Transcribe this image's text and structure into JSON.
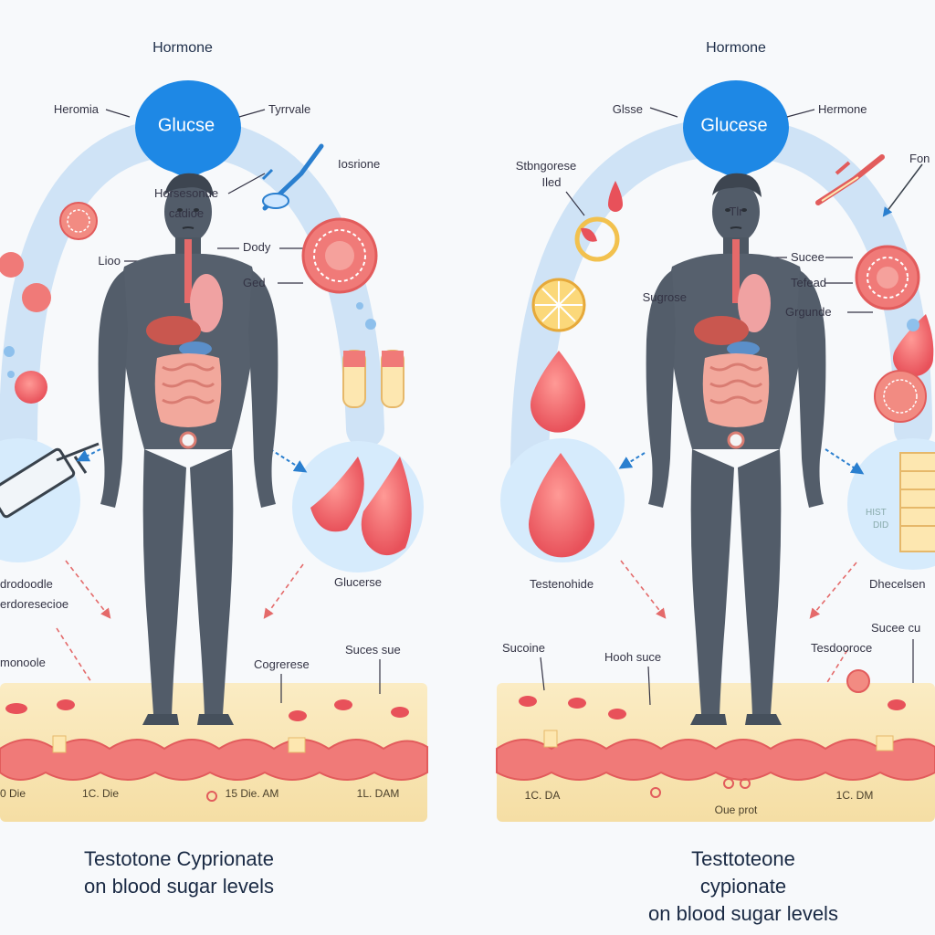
{
  "colors": {
    "background": "#f7f9fb",
    "arc": "#cfe3f6",
    "glucose_bubble": "#1e88e5",
    "body": "#4f5966",
    "tissue": "#f6e4b4",
    "cell_red": "#ef6a6f",
    "arrow_red": "#e46a6a",
    "arrow_blue": "#2a7fcf"
  },
  "left_panel": {
    "title": "Hormone",
    "bubble_text": "Glucse",
    "labels": {
      "top_left": "Heromia",
      "top_right": "Tyrrvale",
      "right_upper": "Iosrione",
      "mid_left_1": "Horsesonue",
      "mid_left_2": "cadioe",
      "left_side": "Lioo",
      "body_right_1": "Dody",
      "body_right_2": "Ged",
      "right_circle": "Glucerse",
      "lower_left_1": "drodoodle",
      "lower_left_2": "erdoresecioe",
      "tissue_left": "monoole",
      "tissue_mid": "Cogrerese",
      "tissue_right": "Suces sue"
    },
    "axis": [
      "0 Die",
      "1C. Die",
      "15 Die. AM",
      "1L. DAM"
    ]
  },
  "right_panel": {
    "title": "Hormone",
    "bubble_text": "Glucese",
    "labels": {
      "top_left": "Glsse",
      "top_right": "Hermone",
      "far_right": "Fon",
      "upper_left_1": "Stbngorese",
      "upper_left_2": "Iled",
      "top_mid": "Tlr",
      "body_right_1": "Sucee",
      "body_right_2": "Tefead",
      "body_right_3": "Grgunde",
      "body_left": "Sugrose",
      "lower_left": "Testenohide",
      "lower_right": "Dhecelsen",
      "cut_text_1": "HIST",
      "cut_text_2": "DID",
      "tissue_left": "Sucoine",
      "tissue_mid": "Hooh suce",
      "tissue_right": "Tesdooroce",
      "tissue_far_right": "Sucee cu"
    },
    "axis": [
      "1C. DA",
      "1C. DM",
      "Oue prot"
    ]
  },
  "captions": {
    "left_line1": "Testotone Cyprionate",
    "left_line2": "on blood sugar levels",
    "right_line1": "Testtoteone cypionate",
    "right_line2": "on blood sugar levels"
  }
}
